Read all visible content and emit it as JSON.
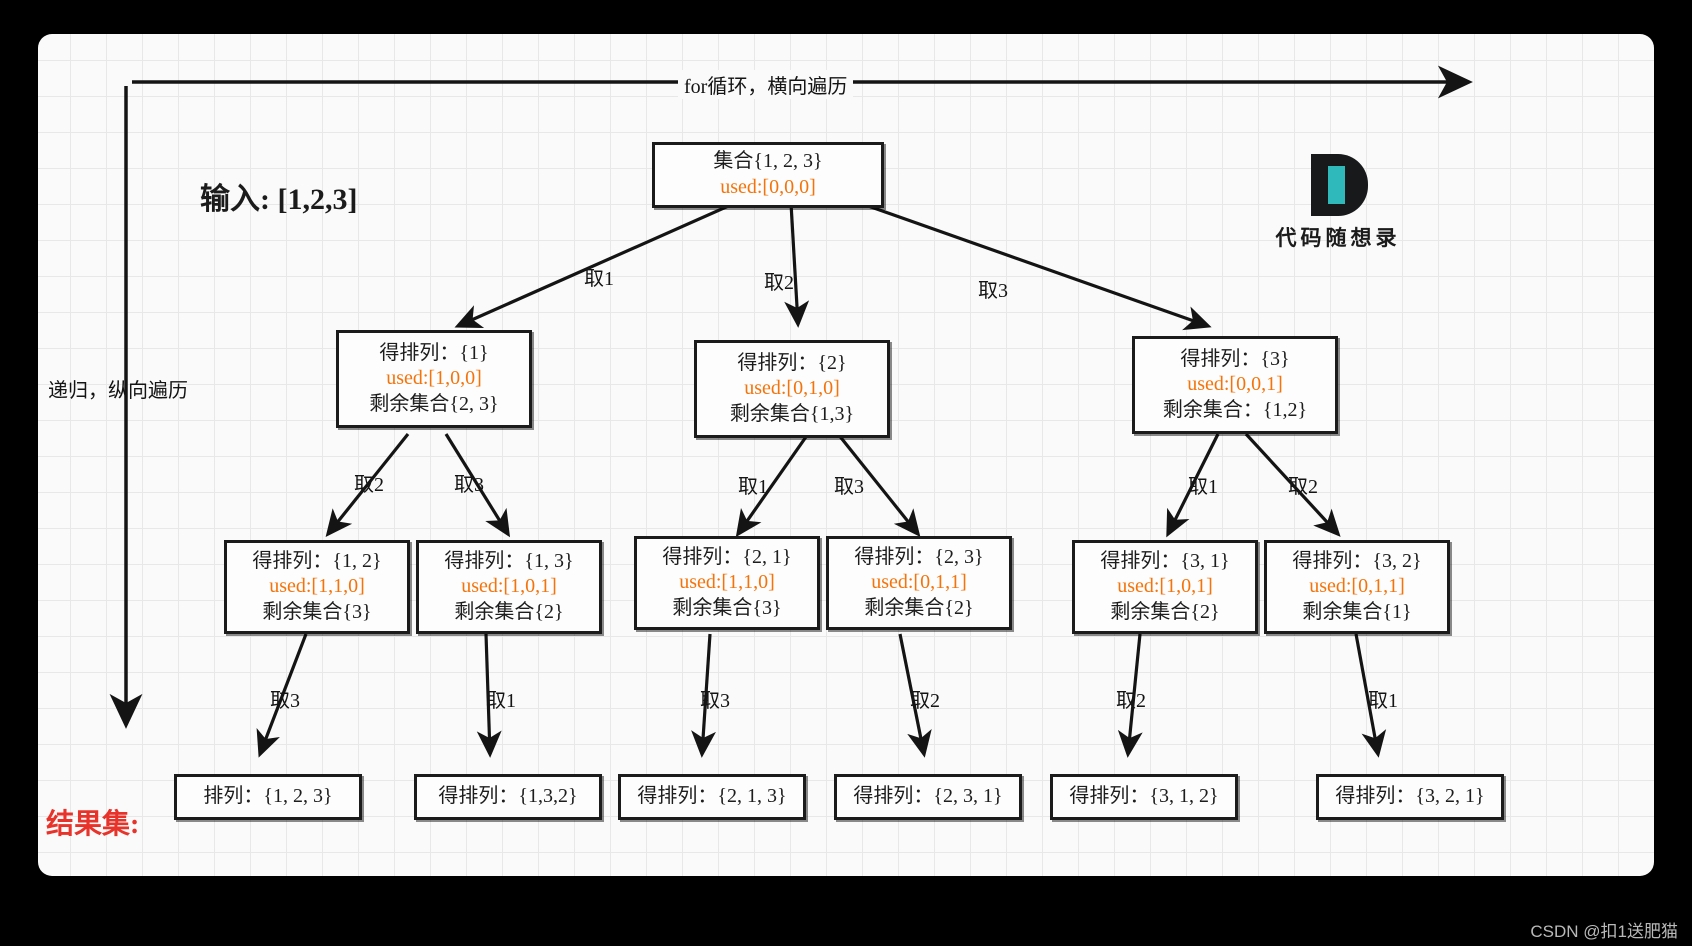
{
  "diagram": {
    "input_label": "输入: [1,2,3]",
    "result_label": "结果集:",
    "axis_horizontal": "for循环，横向遍历",
    "axis_vertical": "递归，纵向遍历",
    "watermark": "CSDN @扣1送肥猫",
    "logo_caption": "代码随想录",
    "root": {
      "line1": "集合{1, 2, 3}",
      "line2": "used:[0,0,0]"
    },
    "level1": [
      {
        "line1": "得排列：{1}",
        "line2": "used:[1,0,0]",
        "line3": "剩余集合{2, 3}"
      },
      {
        "line1": "得排列：{2}",
        "line2": "used:[0,1,0]",
        "line3": "剩余集合{1,3}"
      },
      {
        "line1": "得排列：{3}",
        "line2": "used:[0,0,1]",
        "line3": "剩余集合：{1,2}"
      }
    ],
    "level2": [
      {
        "line1": "得排列：{1, 2}",
        "line2": "used:[1,1,0]",
        "line3": "剩余集合{3}"
      },
      {
        "line1": "得排列：{1, 3}",
        "line2": "used:[1,0,1]",
        "line3": "剩余集合{2}"
      },
      {
        "line1": "得排列：{2, 1}",
        "line2": "used:[1,1,0]",
        "line3": "剩余集合{3}"
      },
      {
        "line1": "得排列：{2, 3}",
        "line2": "used:[0,1,1]",
        "line3": "剩余集合{2}"
      },
      {
        "line1": "得排列：{3, 1}",
        "line2": "used:[1,0,1]",
        "line3": "剩余集合{2}"
      },
      {
        "line1": "得排列：{3, 2}",
        "line2": "used:[0,1,1]",
        "line3": "剩余集合{1}"
      }
    ],
    "leaves": [
      {
        "text": "排列：{1, 2, 3}"
      },
      {
        "text": "得排列：{1,3,2}"
      },
      {
        "text": "得排列：{2, 1, 3}"
      },
      {
        "text": "得排列：{2, 3, 1}"
      },
      {
        "text": "得排列：{3, 1, 2}"
      },
      {
        "text": "得排列：{3, 2, 1}"
      }
    ],
    "edge_labels_l1": [
      "取1",
      "取2",
      "取3"
    ],
    "edge_labels_l2": [
      "取2",
      "取3",
      "取1",
      "取3",
      "取1",
      "取2"
    ],
    "edge_labels_l3": [
      "取3",
      "取1",
      "取3",
      "取2",
      "取2",
      "取1"
    ]
  }
}
